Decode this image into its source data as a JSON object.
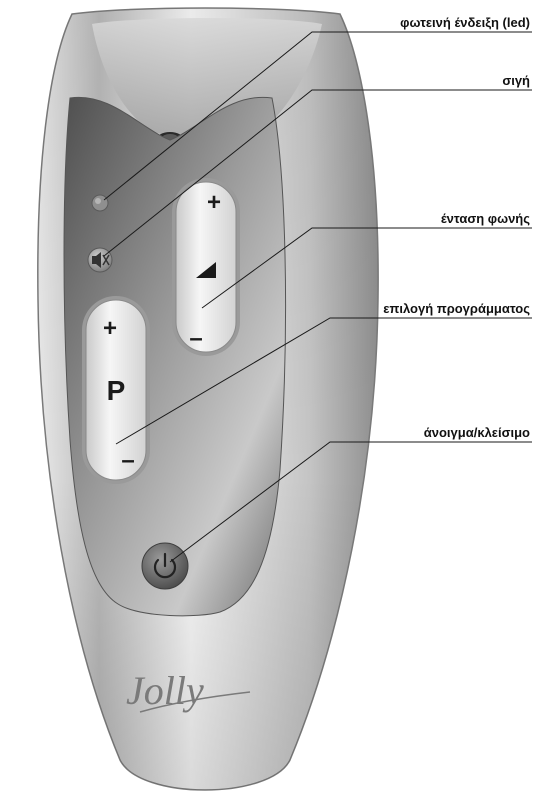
{
  "callouts": [
    {
      "id": "led",
      "label": "φωτεινή ένδειξη (led)"
    },
    {
      "id": "mute",
      "label": "σιγή"
    },
    {
      "id": "volume",
      "label": "ένταση φωνής"
    },
    {
      "id": "program",
      "label": "επιλογή προγράμματος"
    },
    {
      "id": "power",
      "label": "άνοιγμα/κλείσιμο"
    }
  ],
  "remote": {
    "logo": "Jolly",
    "volume_plus": "+",
    "volume_minus": "–",
    "program_plus": "+",
    "program_letter": "P",
    "program_minus": "–"
  },
  "colors": {
    "body_light": "#f2f2f2",
    "body_dark": "#8a8a8a",
    "panel_dark": "#6c6c6c",
    "panel_light": "#bdbdbd",
    "led": "#8f8f8f",
    "power_button": "#6a6a6a",
    "leader_line": "#1a1a1a"
  }
}
